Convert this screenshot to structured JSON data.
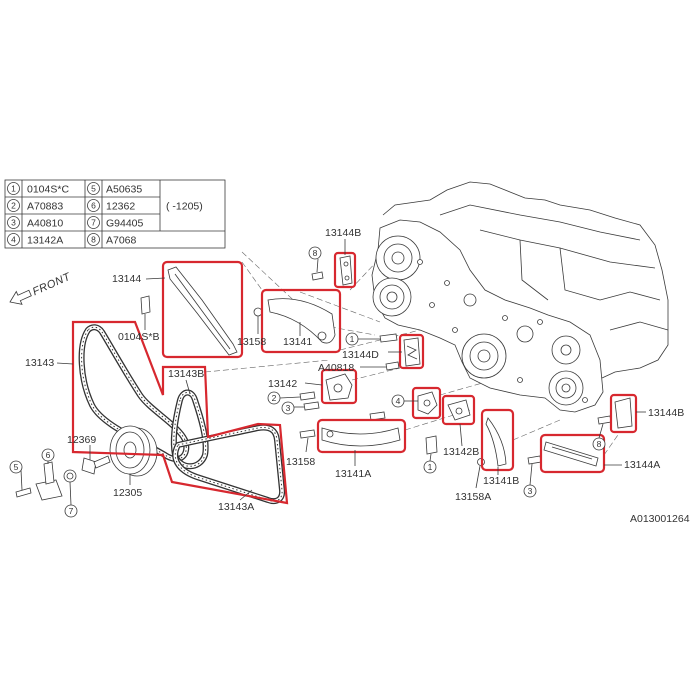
{
  "legend_table": {
    "rows": [
      {
        "num_a": "1",
        "part_a": "0104S*C",
        "num_b": "5",
        "part_b": "A50635"
      },
      {
        "num_a": "2",
        "part_a": "A70883",
        "num_b": "6",
        "part_b": "12362"
      },
      {
        "num_a": "3",
        "part_a": "A40810",
        "num_b": "7",
        "part_b": "G94405"
      },
      {
        "num_a": "4",
        "part_a": "13142A",
        "num_b": "8",
        "part_b": "A7068"
      }
    ],
    "note": "( -1205)"
  },
  "front_label": "FRONT",
  "part_labels": {
    "guide_left_long": "13144",
    "bolt_upper_left": "0104S*B",
    "chain_main": "13143",
    "chain_b": "13143B",
    "crank_bolt": "12369",
    "crank_pulley": "12305",
    "chain_a": "13143A",
    "bolt_lever_left": "13158",
    "lever_left": "13141",
    "guide_b_top": "13144B",
    "guide_d": "13144D",
    "bolt_a40818": "A40818",
    "tensioner_left": "13142",
    "bolt_lever_a": "13158",
    "lever_a": "13141A",
    "tensioner_b": "13142B",
    "lever_b": "13141B",
    "bolt_lever_b": "13158A",
    "guide_b_right": "13144B",
    "guide_a": "13144A"
  },
  "callout_numbers": [
    "8",
    "1",
    "2",
    "3",
    "4",
    "5",
    "6",
    "7",
    "1",
    "3",
    "8"
  ],
  "reference_code": "A013001264",
  "colors": {
    "line": "#3a3a3a",
    "highlight": "#d7282f",
    "background": "#ffffff"
  }
}
